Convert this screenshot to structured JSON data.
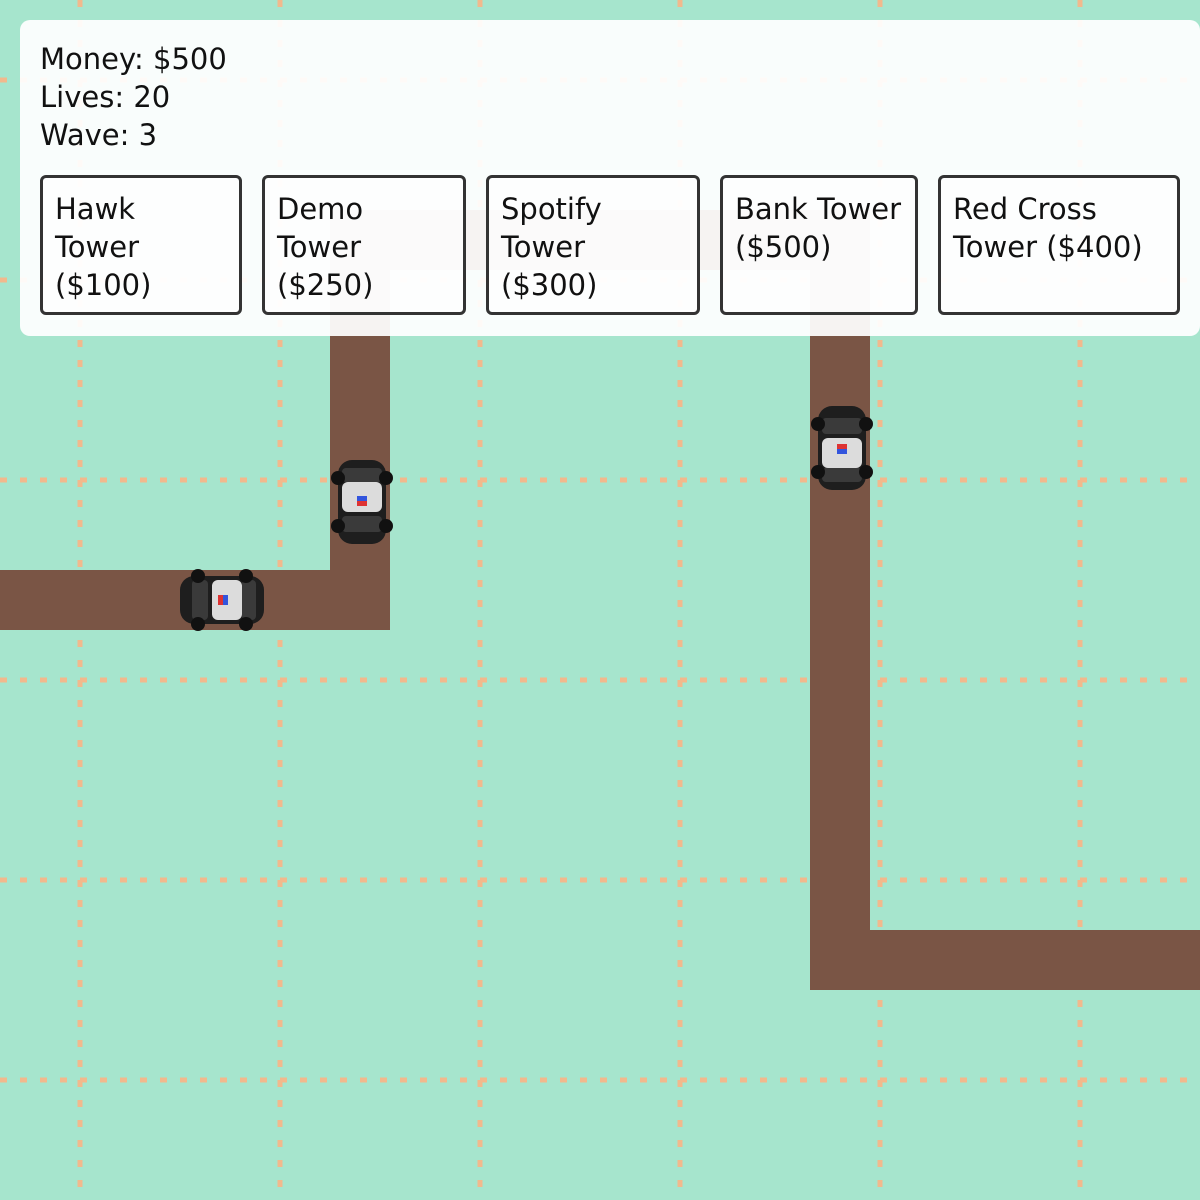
{
  "hud": {
    "money_label": "Money: $500",
    "lives_label": "Lives: 20",
    "wave_label": "Wave: 3"
  },
  "towers": [
    {
      "label": "Hawk Tower ($100)"
    },
    {
      "label": "Demo Tower ($250)"
    },
    {
      "label": "Spotify Tower ($300)"
    },
    {
      "label": "Bank Tower ($500)"
    },
    {
      "label": "Red Cross Tower ($400)"
    }
  ],
  "enemies": [
    {
      "type": "police-car",
      "heading": "right"
    },
    {
      "type": "police-car",
      "heading": "up"
    },
    {
      "type": "police-car",
      "heading": "down"
    }
  ],
  "colors": {
    "grass": "#a6e5cd",
    "grid_dash": "#f2b98c",
    "path": "#7a5545",
    "hud_bg": "#ffffff",
    "button_border": "#333333",
    "car_body": "#1e1e1e"
  }
}
